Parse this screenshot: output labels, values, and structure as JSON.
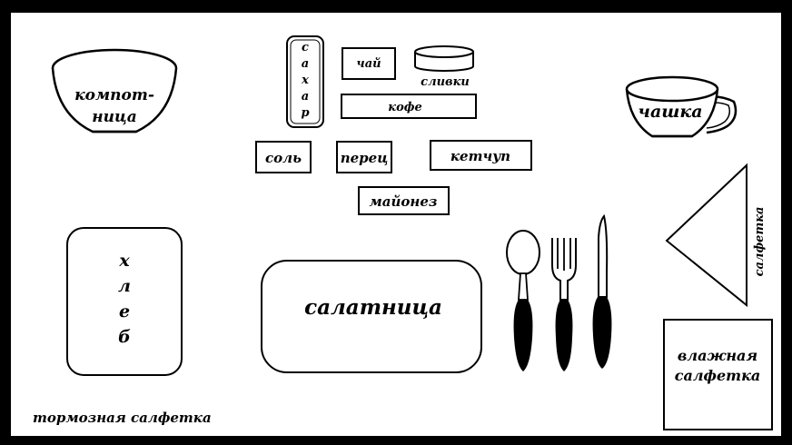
{
  "items": {
    "compote_line1": "компот-",
    "compote_line2": "ница",
    "sugar_letters": [
      "с",
      "а",
      "х",
      "а",
      "р"
    ],
    "tea": "чай",
    "cream": "сливки",
    "coffee": "кофе",
    "cup": "чашка",
    "salt": "соль",
    "pepper": "перец",
    "ketchup": "кетчуп",
    "mayonnaise": "майонез",
    "bread_letters": [
      "х",
      "л",
      "е",
      "б"
    ],
    "salad_bowl": "салатница",
    "napkin": "салфетка",
    "wet_napkin_line1": "влажная",
    "wet_napkin_line2": "салфетка",
    "brake_napkin": "тормозная салфетка"
  },
  "colors": {
    "frame": "#000000",
    "table": "#ffffff",
    "handle": "#000000"
  }
}
